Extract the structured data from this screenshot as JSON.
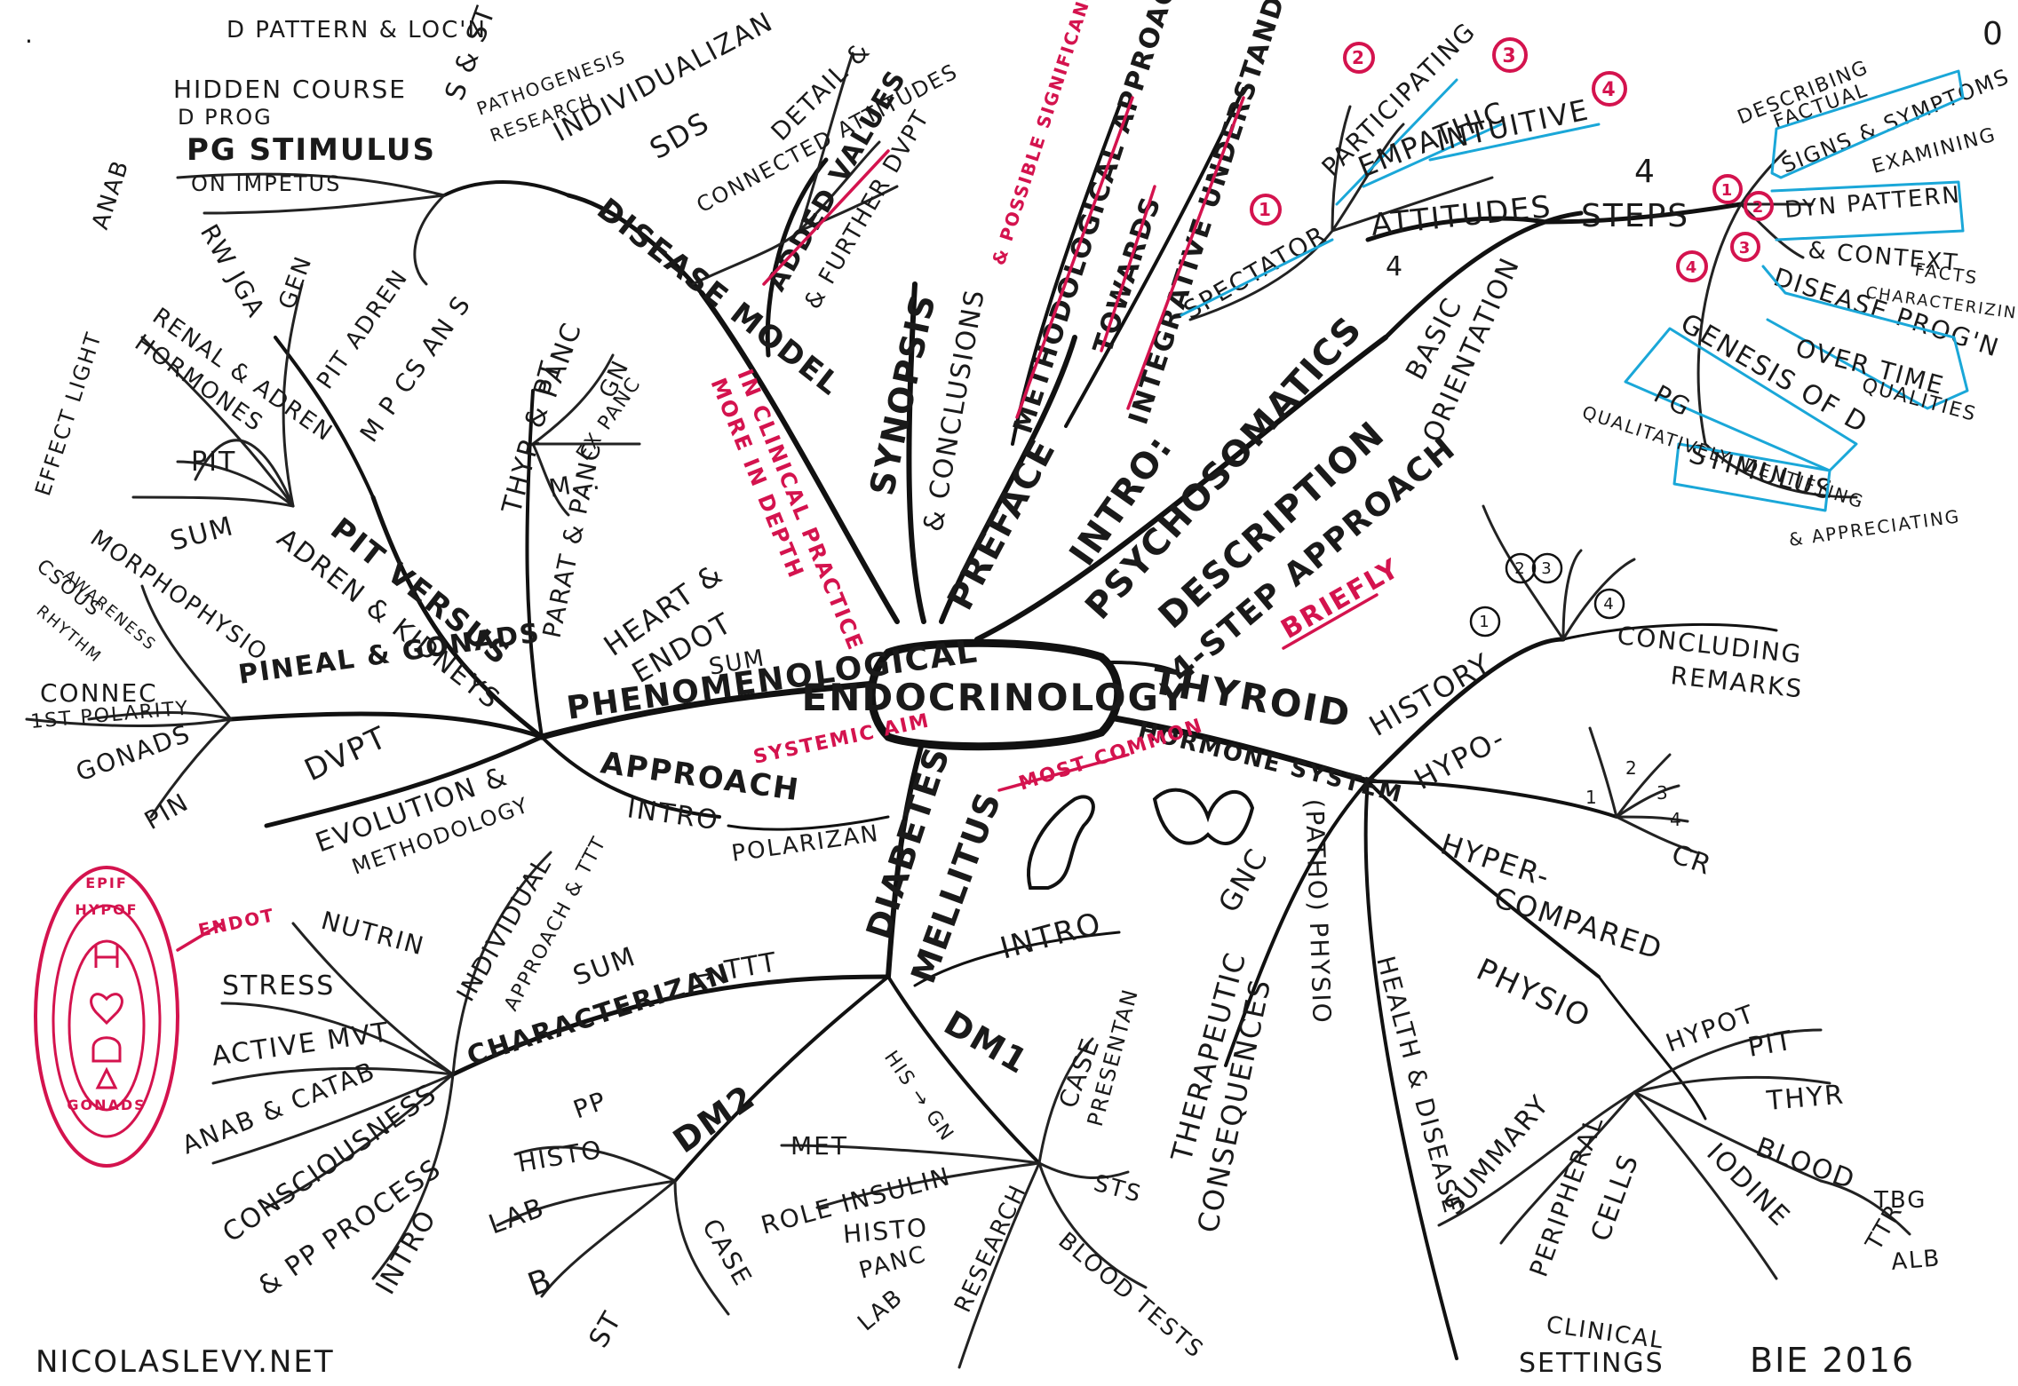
{
  "center": {
    "title": "ENDOCRINOLOGY"
  },
  "colors": {
    "ink": "#111111",
    "red": "#d4134e",
    "blue": "#1aa7d8"
  },
  "mark": {
    "corner_dot": "."
  },
  "page_number": "0",
  "footer": {
    "site": "NICOLASLEVY.NET",
    "signature": "BIE 2016"
  },
  "top_left": {
    "disease_model": "DISEASE MODEL",
    "individualizan": "INDIVIDUALIZAN",
    "sds": "SDS",
    "pathogenesis": "PATHOGENESIS",
    "research": "RESEARCH",
    "s_st": "S & ST",
    "d_pattern": "D PATTERN & LOC'N",
    "hidden_course": "HIDDEN COURSE",
    "d_prog": "D PROG",
    "pg_stimulus": "PG STIMULUS",
    "on_impetus": "ON IMPETUS",
    "detail": "DETAIL &",
    "connected_attitudes": "CONNECTED ATTITUDES",
    "added_values": "ADDED VALUES",
    "further_dvpt": "& FURTHER DVPT",
    "in_clinical_practice": "IN CLINICAL PRACTICE",
    "more_in_depth": "MORE IN DEPTH"
  },
  "preface": {
    "label": "PREFACE",
    "synopsis": "SYNOPSIS",
    "conclusions": "& CONCLUSIONS",
    "methodological": "METHODOLOGICAL APPROACH",
    "possible_significance": "& POSSIBLE SIGNIFICANCE FOR HEALTH PRACTICE",
    "towards": "TOWARDS",
    "integrative": "INTEGRATIVE UNDERSTANDING"
  },
  "intro": {
    "label": "INTRO:",
    "psychosomatics": "PSYCHOSOMATICS",
    "description": "DESCRIPTION",
    "four_step": "4-STEP APPROACH",
    "briefly": "BRIEFLY",
    "basic": "BASIC",
    "orientation": "ORIENTATION"
  },
  "attitudes": {
    "label": "ATTITUDES",
    "four": "4",
    "spectator": "SPECTATOR",
    "participating": "PARTICIPATING",
    "empathic": "EMPATHIC",
    "intuitive": "INTUITIVE",
    "n1": "1",
    "n2": "2",
    "n3": "3",
    "n4": "4"
  },
  "steps": {
    "label": "STEPS",
    "four": "4",
    "describing": "DESCRIBING",
    "factual": "FACTUAL",
    "signs": "SIGNS & SYMPTOMS",
    "examining": "EXAMINING",
    "dyn_pattern": "DYN PATTERN",
    "context": "& CONTEXT",
    "facts": "FACTS",
    "characterizing": "CHARACTERIZING",
    "disease_prog": "DISEASE PROG'N",
    "over_time": "OVER TIME",
    "qualities": "QUALITIES",
    "genesis": "GENESIS OF D",
    "pg": "PG",
    "stimulus": "STIMULUS",
    "qualitatively": "QUALITATIVELY IDENTIFYING",
    "appreciating": "& APPRECIATING"
  },
  "thyroid": {
    "label": "THYROID",
    "hormone_system": "HORMONE SYSTEM",
    "history": "HISTORY",
    "concluding": "CONCLUDING",
    "remarks": "REMARKS",
    "hypo": "HYPO-",
    "hyper": "HYPER-",
    "compared": "COMPARED",
    "cr": "CR",
    "physio": "PHYSIO",
    "hypot": "HYPOT",
    "pit": "PIT",
    "thyr": "THYR",
    "blood": "BLOOD",
    "tbg": "TBG",
    "ttr": "TTR",
    "alb": "ALB",
    "iodine": "IODINE",
    "peripheral": "PERIPHERAL",
    "cells": "CELLS",
    "summary": "SUMMARY",
    "clinical": "CLINICAL",
    "settings": "SETTINGS",
    "gnc": "GNC",
    "therapeutic": "THERAPEUTIC",
    "consequences": "CONSEQUENCES",
    "patho_physio": "(PATHO) PHYSIO",
    "health_disease": "HEALTH & DISEASE",
    "n1": "1",
    "n2": "2",
    "n3": "3",
    "n4": "4"
  },
  "diabetes": {
    "label": "DIABETES",
    "mellitus": "MELLITUS",
    "most_common": "MOST COMMON",
    "intro": "INTRO",
    "dm1": "DM1",
    "dm2": "DM2",
    "case": "CASE",
    "presentan": "PRESENTAN",
    "sts": "STS",
    "blood_tests": "BLOOD TESTS",
    "research": "RESEARCH",
    "lab": "LAB",
    "panc": "PANC",
    "histo": "HISTO",
    "role_insulin": "ROLE INSULIN",
    "met": "MET",
    "his_gn": "HIS → GN",
    "pp": "PP",
    "b": "B",
    "st": "ST"
  },
  "characterizan": {
    "label": "CHARACTERIZAN",
    "ttt": "→ TTT",
    "individual": "INDIVIDUAL",
    "approach_ttt": "APPROACH & TTT",
    "sum": "SUM",
    "nutrin": "NUTRIN",
    "stress": "STRESS",
    "active_mvt": "ACTIVE MVT",
    "anab_catab": "ANAB & CATAB",
    "consciousness": "CONSCIOUSNESS",
    "pp_process": "& PP PROCESS",
    "intro": "INTRO"
  },
  "phenomenological": {
    "label": "PHENOMENOLOGICAL",
    "approach": "APPROACH",
    "systemic_aim": "SYSTEMIC AIM",
    "intro": "INTRO",
    "polarizan": "POLARIZAN",
    "heart": "HEART &",
    "endot": "ENDOT",
    "sum": "SUM"
  },
  "left_cluster": {
    "thyr_pt": "THYR & PT",
    "parat_panc": "PARAT & PANC",
    "panc": "PANC",
    "gn": "GN",
    "ex_panc": "EX PANC",
    "m": "M...",
    "pit_versus": "PIT VERSUS",
    "adren_kidneys": "ADREN & KIDNEYS",
    "pit": "PIT",
    "pit_adren": "PIT ADREN",
    "mpcsands": "M P CS AN S",
    "rw_jga": "RW JGA",
    "gen": "GEN",
    "renal_adren": "RENAL & ADREN",
    "hormones": "HORMONES",
    "anab": "ANAB",
    "pineal_gonads": "PINEAL & GONADS",
    "effect_light": "EFFECT LIGHT",
    "morphophysio": "MORPHOPHYSIO",
    "sum": "SUM",
    "csous": "CSOUS",
    "awareness": "AWARENESS",
    "rhythm": "RHYTHM",
    "connec": "CONNEC",
    "first_polarity": "1ST POLARITY",
    "gonads": "GONADS",
    "pin": "PIN",
    "dvpt": "DVPT",
    "evolution": "EVOLUTION &",
    "methodology": "METHODOLOGY"
  },
  "red_diagram": {
    "endot": "ENDOT",
    "epif": "EPIF",
    "hypof": "HYPOF",
    "gonads": "GONADS"
  }
}
